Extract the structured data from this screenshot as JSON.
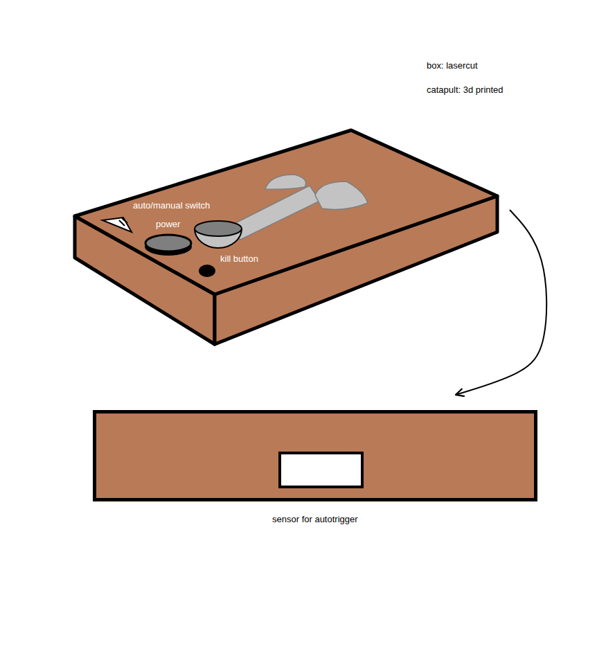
{
  "diagram": {
    "nodes": [
      {
        "text": [
          "auto/manual switch",
          "power",
          "kill button"
        ]
      },
      {
        "text": [
          "sensor for autotrigger"
        ]
      }
    ],
    "edges": [
      {
        "from": 0,
        "to": 1,
        "arrow": "to"
      }
    ],
    "labels": [
      "box: lasercut",
      "catapult: 3d printed"
    ]
  }
}
